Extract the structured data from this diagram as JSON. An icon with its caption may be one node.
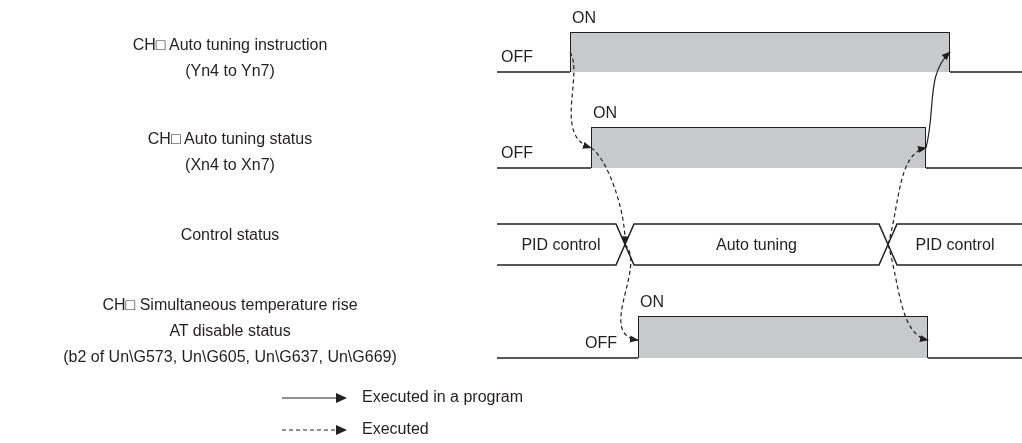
{
  "diagram": {
    "nodes": [
      {
        "text": [
          "ON"
        ],
        "beside": [
          "OFF"
        ]
      },
      {
        "text": [
          "ON"
        ],
        "beside": [
          "OFF"
        ]
      },
      {
        "text": [
          "PID control"
        ]
      },
      {
        "text": [
          "Auto tuning"
        ]
      },
      {
        "text": [
          "PID control"
        ]
      },
      {
        "text": [
          "ON"
        ],
        "beside": [
          "OFF"
        ]
      }
    ],
    "edges": [
      {
        "from": 0,
        "to": 1,
        "arrow": "to",
        "style": "dashed"
      },
      {
        "from": 1,
        "to": 3,
        "arrow": "to",
        "style": "dashed"
      },
      {
        "from": 3,
        "to": 5,
        "arrow": "to",
        "style": "dashed"
      },
      {
        "from": 4,
        "to": 1,
        "arrow": "to",
        "style": "dashed"
      },
      {
        "from": 4,
        "to": 5,
        "arrow": "to",
        "style": "dashed"
      },
      {
        "from": 1,
        "to": 0,
        "arrow": "to"
      }
    ],
    "labels": [
      "CH□ Auto tuning instruction (Yn4 to Yn7)",
      "CH□ Auto tuning status (Xn4 to Xn7)",
      "Control status",
      "CH□ Simultaneous temperature rise AT disable status (b2 of Un\\G573, Un\\G605, Un\\G637, Un\\G669)"
    ],
    "legend": [
      {
        "text": "Executed in a program"
      },
      {
        "text": "Executed"
      }
    ]
  }
}
